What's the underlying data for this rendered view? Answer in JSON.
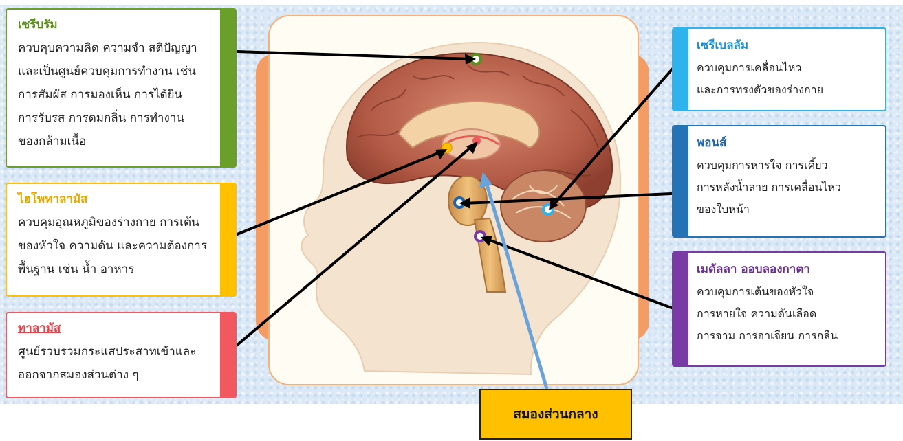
{
  "left_boxes": [
    {
      "title": "เซรีบรัม",
      "title_color": "#5a8f1c",
      "accent": "#6a9f29",
      "text": "ควบคุบความคิด ความจำ สติปัญญา\nและเป็นศูนย์ควบคุมการทำงาน เช่น\nการสัมผัส การมองเห็น การได้ยิน\nการรับรส การดมกลิ่น การทำงาน\nของกล้ามเนื้อ"
    },
    {
      "title": "ไฮโพทาลามัส",
      "title_color": "#e6a800",
      "accent": "#ffc000",
      "text": "ควบคุมอุณหภูมิของร่างกาย การเต้น\nของหัวใจ ความดัน และความต้องการ\nพื้นฐาน เช่น น้ำ อาหาร"
    },
    {
      "title": "ทาลามัส",
      "title_color": "#e8434b",
      "accent": "#f2585f",
      "text": "ศูนย์รวบรวมกระแสประสาทเข้าและ\nออกจากสมองส่วนต่าง ๆ"
    }
  ],
  "right_boxes": [
    {
      "title": "เซรีเบลลัม",
      "title_color": "#1a8fd6",
      "accent": "#2fb3ec",
      "text": "ควบคุมการเคลื่อนไหว\nและการทรงตัวของร่างกาย"
    },
    {
      "title": "พอนส์",
      "title_color": "#1f64a8",
      "accent": "#2474b5",
      "text": "ควบคุมการหารใจ การเคี้ยว\nการหลั่งน้ำลาย การเคลื่อนไหว\nของใบหน้า"
    },
    {
      "title": "เมดัลลา ออบลองกาตา",
      "title_color": "#6a2f98",
      "accent": "#7a3aa6",
      "text": "ควบคุมการเต้นของหัวใจ\nการหายใจ ความดันเลือด\nการจาม การอาเจียน การกลืน"
    }
  ],
  "callout": {
    "label": "สมองส่วนกลาง",
    "fill": "#ffc000"
  },
  "markers": {
    "cerebrum": "#5a8f1c",
    "hypothalamus": "#ffc000",
    "thalamus": "#f2585f",
    "pons": "#1f64a8",
    "cerebellum": "#2fb3ec",
    "medulla": "#7a3aa6"
  }
}
